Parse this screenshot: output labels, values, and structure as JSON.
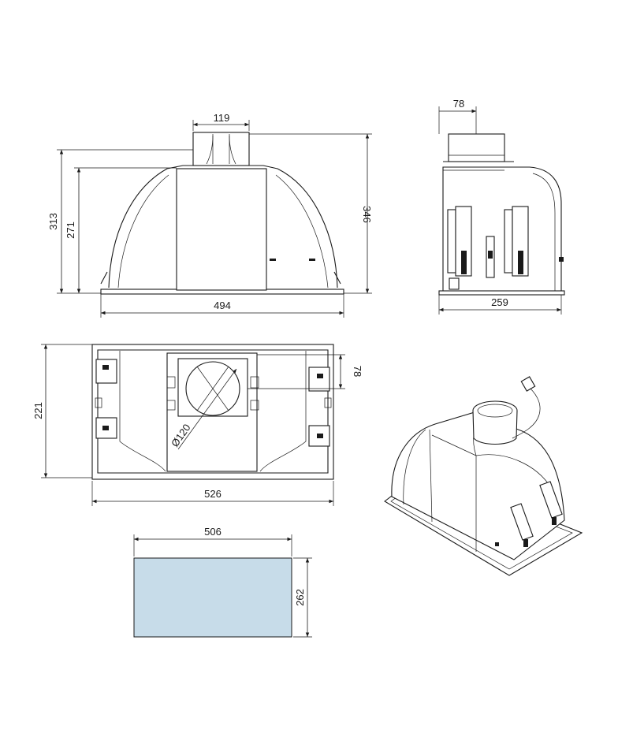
{
  "dimensions": {
    "front_duct_width": "119",
    "front_total_height": "313",
    "front_body_height": "271",
    "front_right_height": "346",
    "front_base_width": "494",
    "side_duct_depth": "78",
    "side_base_depth": "259",
    "top_left_height": "221",
    "top_duct_offset": "78",
    "top_duct_diameter": "Ø120",
    "top_total_width": "526",
    "cutout_width": "506",
    "cutout_height": "262"
  },
  "colors": {
    "line": "#1a1a1a",
    "cutout_fill": "#c7dce9"
  }
}
